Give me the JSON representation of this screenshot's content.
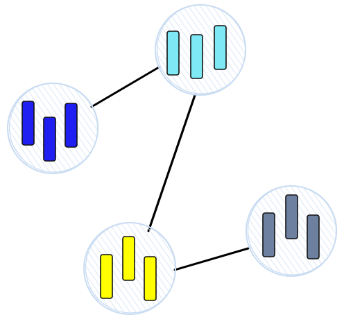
{
  "diagram": {
    "nodes": [
      {
        "id": "node-cyan",
        "name": "cyan-bars-node",
        "fill": "#7ee9f5",
        "bars": 3
      },
      {
        "id": "node-blue",
        "name": "blue-bars-node",
        "fill": "#1f1ff2",
        "bars": 3
      },
      {
        "id": "node-yellow",
        "name": "yellow-bars-node",
        "fill": "#ffff00",
        "bars": 3
      },
      {
        "id": "node-slate",
        "name": "slate-bars-node",
        "fill": "#6d809f",
        "bars": 3
      }
    ],
    "edges": [
      {
        "from": "node-blue",
        "to": "node-cyan"
      },
      {
        "from": "node-cyan",
        "to": "node-yellow"
      },
      {
        "from": "node-yellow",
        "to": "node-slate"
      }
    ],
    "style": {
      "circle_fill": "#dde9f7",
      "circle_stroke": "#c9dcf2",
      "edge_color": "#000000",
      "bar_outline": "#111111"
    }
  }
}
